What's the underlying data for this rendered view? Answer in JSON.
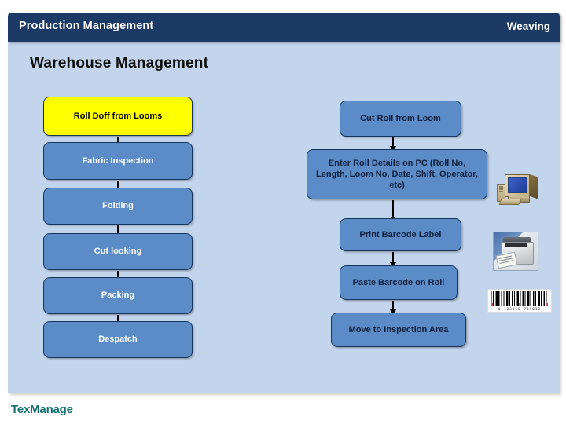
{
  "header": {
    "title": "Production Management",
    "right_label": "Weaving"
  },
  "section": {
    "heading": "Warehouse Management"
  },
  "footer": {
    "logo": "TexManage"
  },
  "colors": {
    "panel_bg": "#c3d5ec",
    "header_bar": "#1b3a66",
    "box_blue": "#5b8cc8",
    "box_yellow": "#ffff00",
    "box_border": "#17365d",
    "logo_teal": "#14716f"
  },
  "flows": {
    "left_column": [
      {
        "label": "Roll Doff from Looms",
        "style": "yellow"
      },
      {
        "label": "Fabric Inspection",
        "style": "blue"
      },
      {
        "label": "Folding",
        "style": "blue"
      },
      {
        "label": "Cut looking",
        "style": "blue"
      },
      {
        "label": "Packing",
        "style": "blue"
      },
      {
        "label": "Despatch",
        "style": "blue"
      }
    ],
    "right_column": [
      {
        "label": "Cut Roll from Loom",
        "style": "blue-dark-text"
      },
      {
        "label": "Enter Roll Details on PC (Roll No, Length, Loom No, Date, Shift, Operator, etc)",
        "style": "blue-dark-text"
      },
      {
        "label": "Print Barcode Label",
        "style": "blue-dark-text"
      },
      {
        "label": "Paste Barcode on Roll",
        "style": "blue-dark-text"
      },
      {
        "label": "Move to Inspection Area",
        "style": "blue-dark-text"
      }
    ]
  },
  "icons": {
    "pc": "desktop-computer-icon",
    "printer": "barcode-label-printer-icon",
    "barcode": "barcode-image",
    "barcode_digits": "0 123456 789012"
  }
}
